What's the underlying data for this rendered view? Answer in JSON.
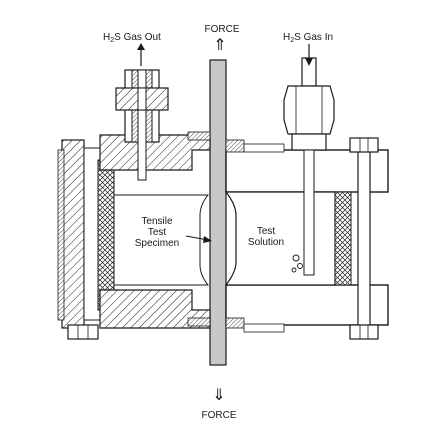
{
  "labels": {
    "gas_out_prefix": "H",
    "gas_out_sub": "2",
    "gas_out_suffix": "S Gas Out",
    "gas_in_prefix": "H",
    "gas_in_sub": "2",
    "gas_in_suffix": "S Gas In",
    "force_top": "FORCE",
    "force_bottom": "FORCE",
    "specimen_line1": "Tensile",
    "specimen_line2": "Test",
    "specimen_line3": "Specimen",
    "solution_line1": "Test",
    "solution_line2": "Solution",
    "arrow_up_glyph": "⇑",
    "arrow_down_glyph": "⇓"
  },
  "colors": {
    "line": "#1a1a1a",
    "metal": "#c8c8c8",
    "background": "#ffffff"
  }
}
